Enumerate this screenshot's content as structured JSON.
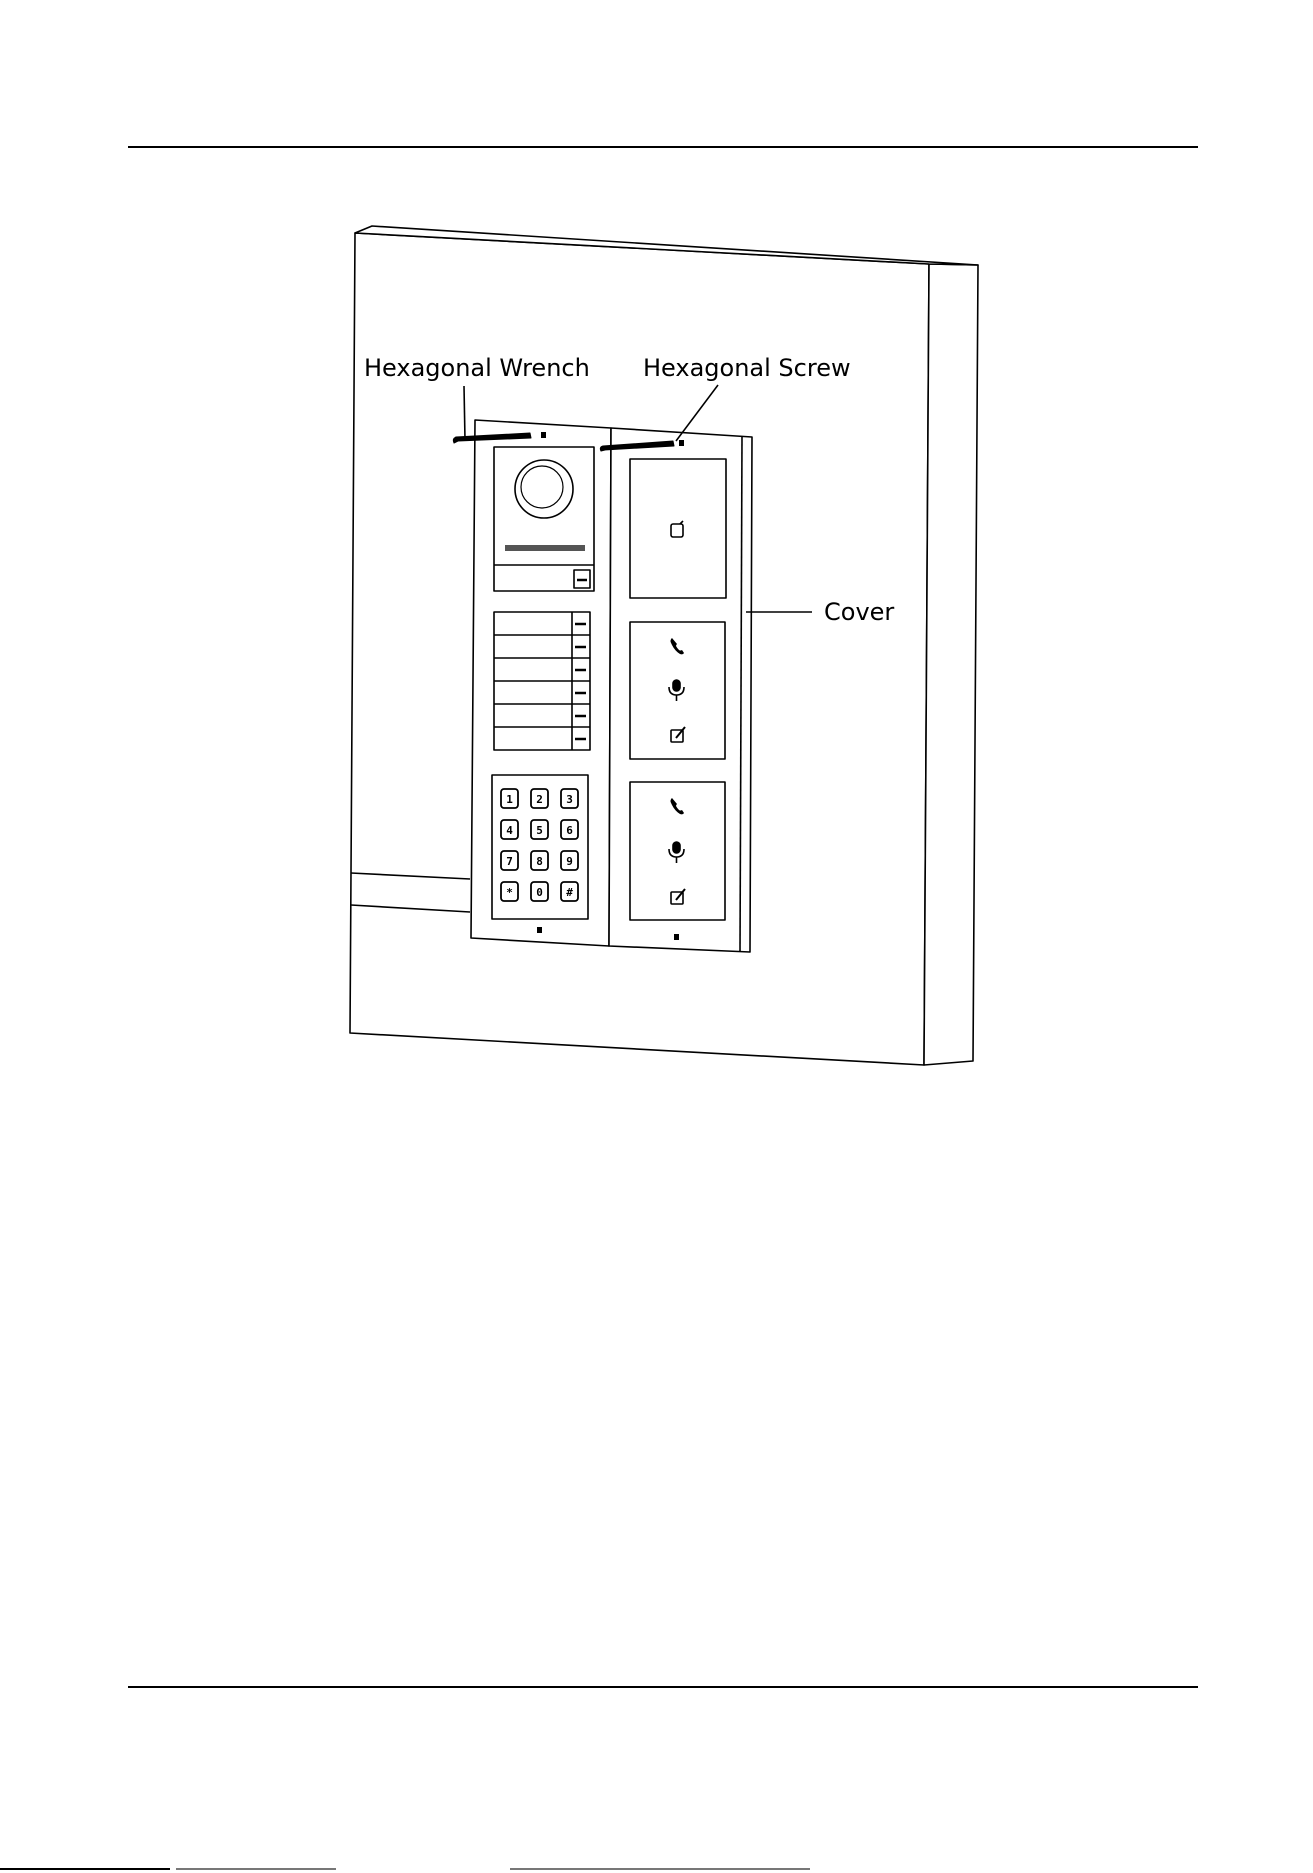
{
  "figure": {
    "labels": {
      "wrench": "Hexagonal Wrench",
      "screw": "Hexagonal Screw",
      "cover": "Cover"
    }
  },
  "keypad": {
    "keys": [
      "1",
      "2",
      "3",
      "4",
      "5",
      "6",
      "7",
      "8",
      "9",
      "*",
      "0",
      "#"
    ]
  },
  "icons": {
    "card": "card-reader-icon",
    "phone": "phone-icon",
    "mic": "microphone-icon",
    "note": "note-icon"
  }
}
